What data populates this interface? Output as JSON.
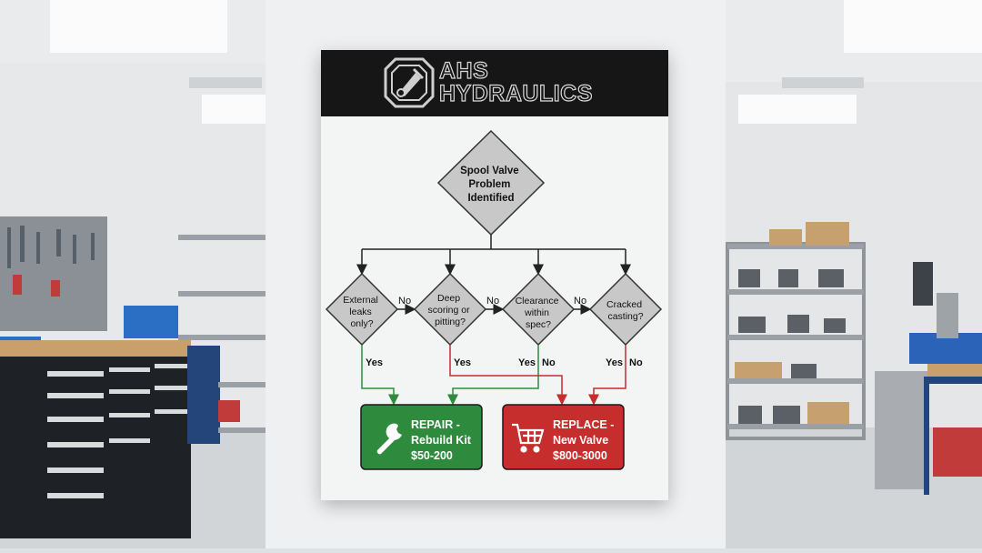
{
  "brand": {
    "line1": "AHS",
    "line2": "HYDRAULICS"
  },
  "flowchart": {
    "start": [
      "Spool Valve",
      "Problem",
      "Identified"
    ],
    "decisions": [
      {
        "lines": [
          "External",
          "leaks",
          "only?"
        ]
      },
      {
        "lines": [
          "Deep",
          "scoring or",
          "pitting?"
        ]
      },
      {
        "lines": [
          "Clearance",
          "within",
          "spec?"
        ]
      },
      {
        "lines": [
          "Cracked",
          "casting?"
        ]
      }
    ],
    "labels": {
      "yes": "Yes",
      "no": "No"
    },
    "outcomes": {
      "repair": [
        "REPAIR -",
        "Rebuild Kit",
        "$50-200"
      ],
      "replace": [
        "REPLACE -",
        "New Valve",
        "$800-3000"
      ]
    },
    "colors": {
      "repair": "#2e8b3e",
      "replace": "#c62d2d",
      "diamond": "#c8c8c8",
      "header": "#161616"
    }
  }
}
